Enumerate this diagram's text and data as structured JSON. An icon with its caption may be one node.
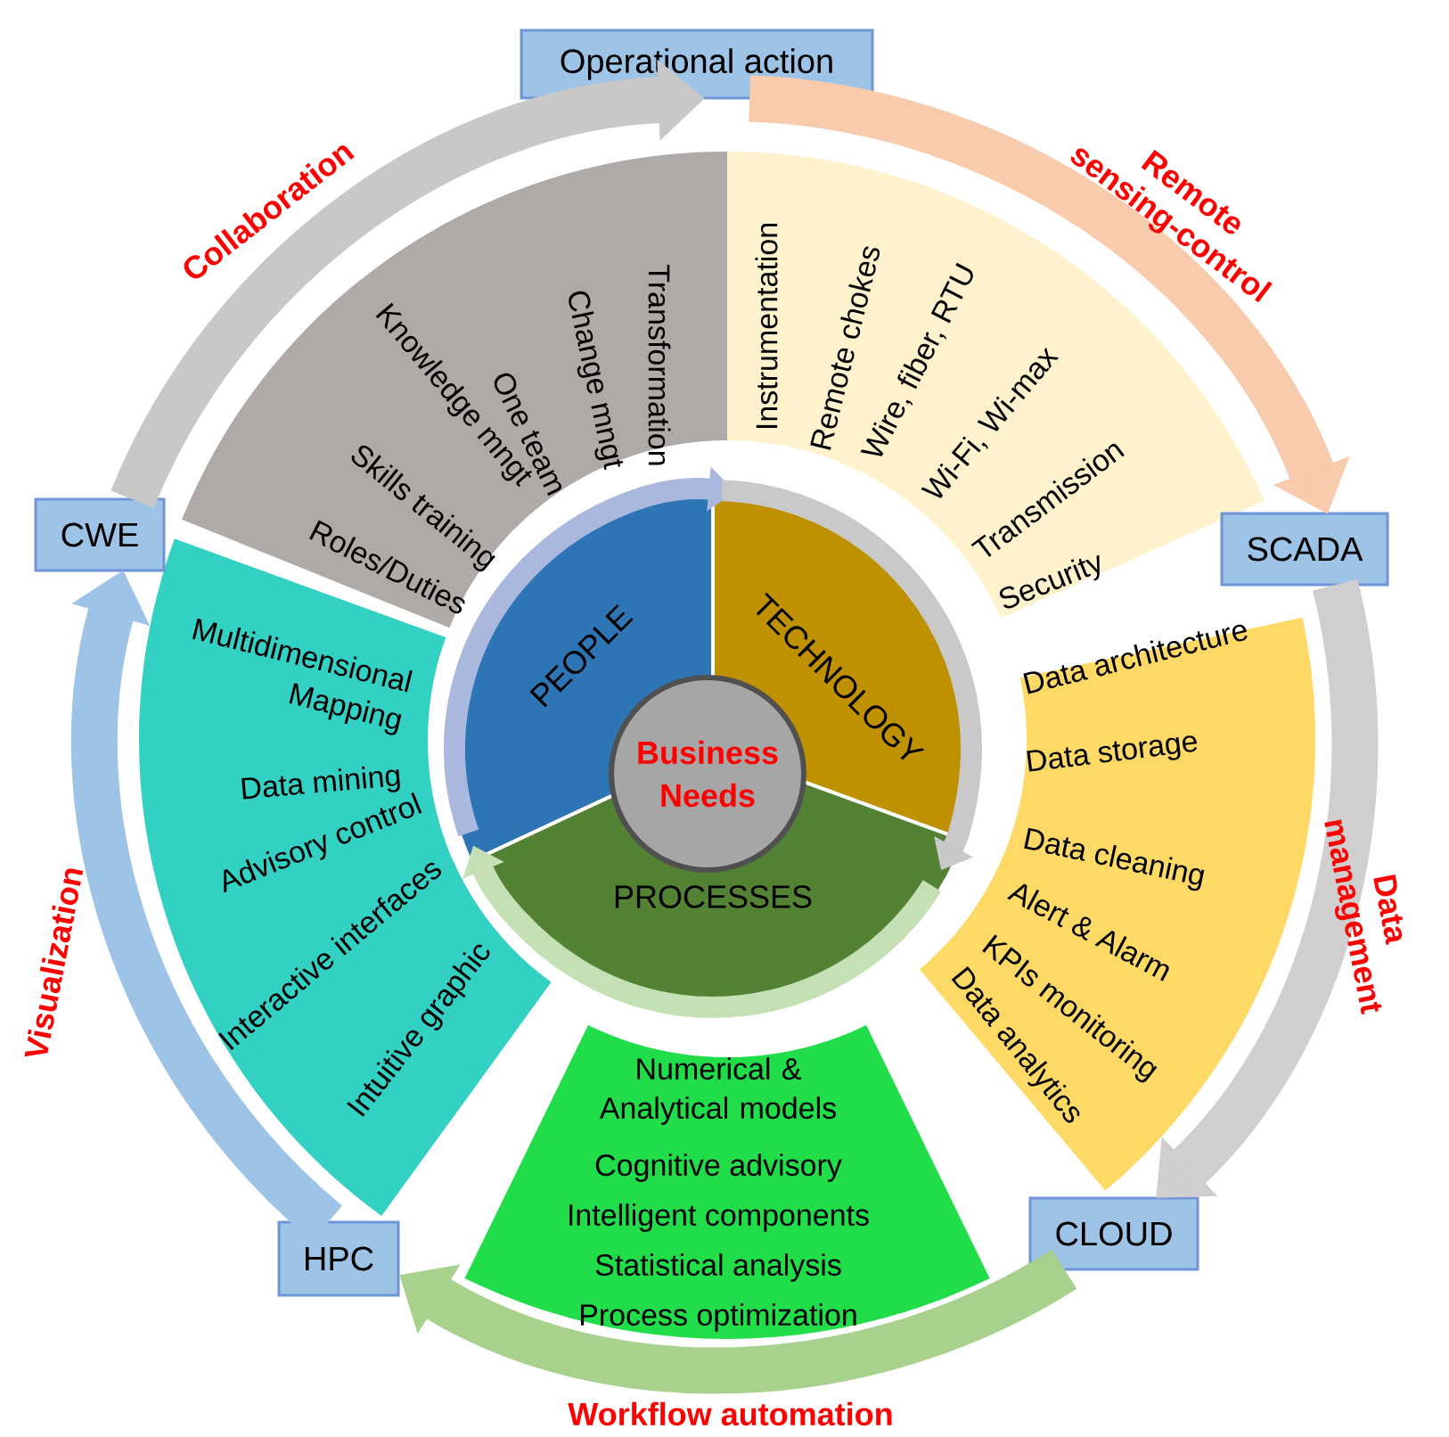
{
  "diagram": {
    "nodes": [
      {
        "text": [
          "Operational action"
        ]
      },
      {
        "text": [
          "SCADA"
        ]
      },
      {
        "text": [
          "CLOUD"
        ]
      },
      {
        "text": [
          "HPC"
        ]
      },
      {
        "text": [
          "CWE"
        ]
      },
      {
        "text": [
          "Business Needs"
        ]
      },
      {
        "text": [
          "PEOPLE"
        ]
      },
      {
        "text": [
          "TECHNOLOGY"
        ]
      },
      {
        "text": [
          "PROCESSES"
        ]
      },
      {
        "text": [
          "Transformation",
          "Change mngt",
          "One team",
          "Knowledge mngt",
          "Skills training",
          "Roles/Duties"
        ]
      },
      {
        "text": [
          "Instrumentation",
          "Remote chokes",
          "Wire, fiber, RTU",
          "Wi-Fi, Wi-max",
          "Transmission",
          "Security"
        ]
      },
      {
        "text": [
          "Data architecture",
          "Data storage",
          "Data cleaning",
          "Alert & Alarm",
          "KPIs monitoring",
          "Data analytics"
        ]
      },
      {
        "text": [
          "Numerical & Analytical models",
          "Cognitive advisory",
          "Intelligent components",
          "Statistical analysis",
          "Process optimization"
        ]
      },
      {
        "text": [
          "Multidimensional Mapping",
          "Data mining",
          "Advisory control",
          "Interactive interfaces",
          "Intuitive graphic"
        ]
      }
    ],
    "edges": [
      {
        "from": 4,
        "to": 0,
        "arrow": "to",
        "label": "Collaboration",
        "color": "#c8c8c8"
      },
      {
        "from": 0,
        "to": 1,
        "arrow": "to",
        "label": "Remote sensing-control",
        "color": "#f8cbad"
      },
      {
        "from": 1,
        "to": 2,
        "arrow": "to",
        "label": "Data management",
        "color": "#d0cece"
      },
      {
        "from": 2,
        "to": 3,
        "arrow": "to",
        "label": "Workflow automation",
        "color": "#a9d18e"
      },
      {
        "from": 3,
        "to": 4,
        "arrow": "to",
        "label": "Visualization",
        "color": "#9dc3e6"
      },
      {
        "from": 6,
        "to": 7,
        "arrow": "to",
        "color": "#a9b8dc"
      },
      {
        "from": 7,
        "to": 8,
        "arrow": "to",
        "color": "#c9c9c9"
      },
      {
        "from": 8,
        "to": 6,
        "arrow": "to",
        "color": "#c5e0b4"
      }
    ]
  }
}
